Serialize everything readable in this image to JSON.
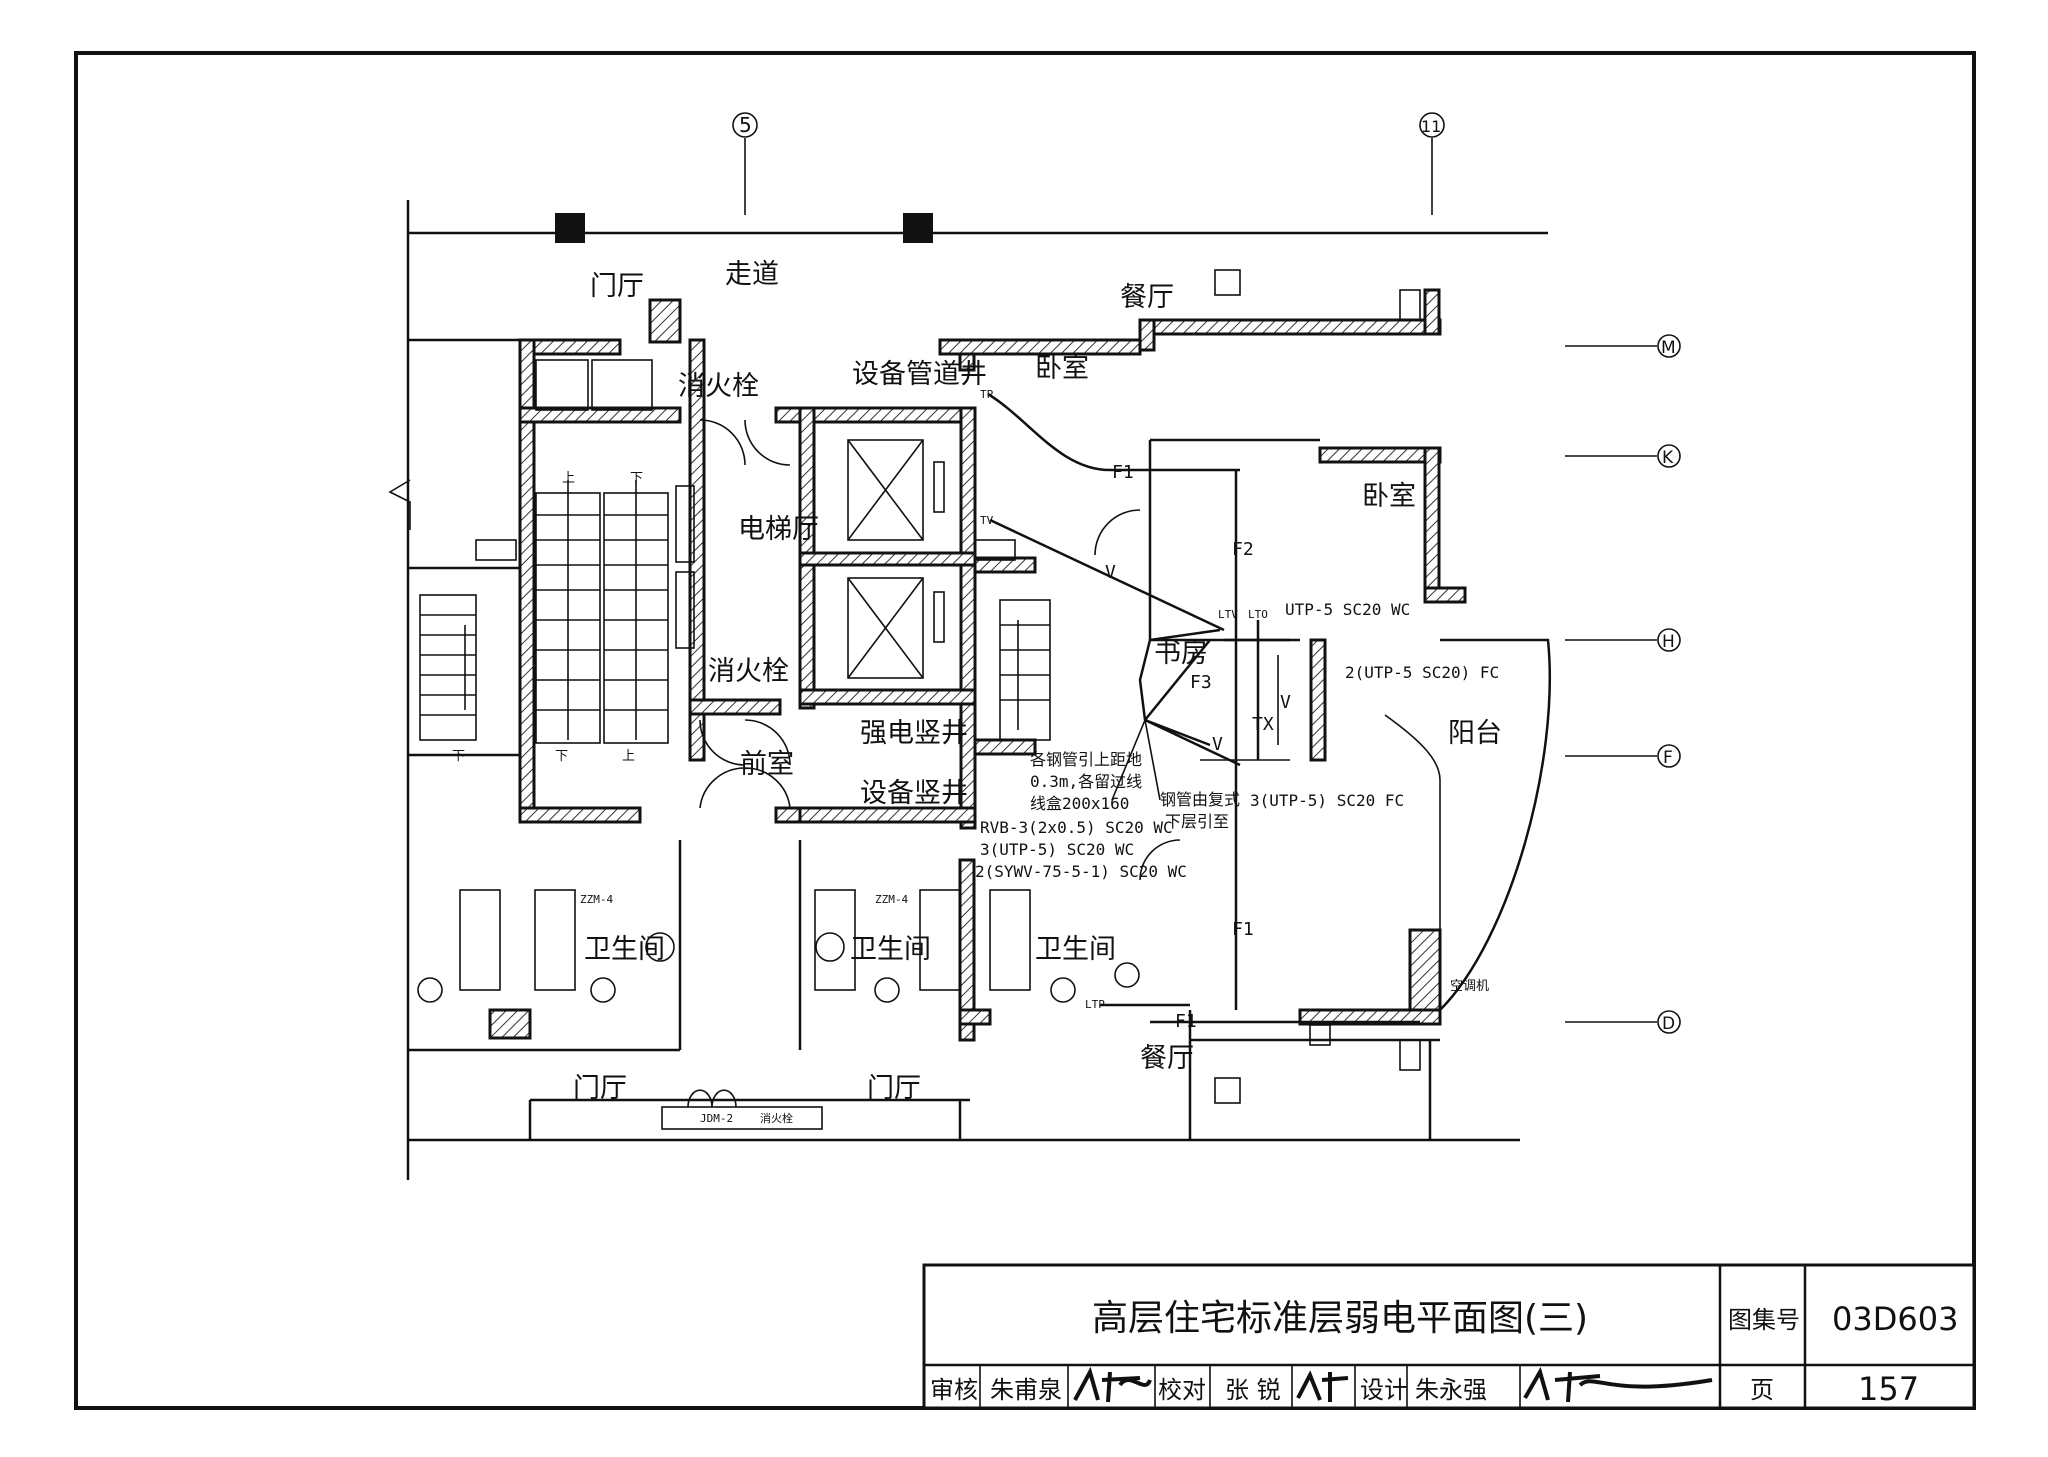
{
  "title_block": {
    "drawing_title": "高层住宅标准层弱电平面图(三)",
    "atlas_label": "图集号",
    "atlas_no": "03D603",
    "page_label": "页",
    "page_no": "157",
    "review_label": "审核",
    "reviewer": "朱甫泉",
    "check_label": "校对",
    "checker": "张 锐",
    "design_label": "设计",
    "designer": "朱永强"
  },
  "axes": {
    "col_5": "5",
    "col_11": "11",
    "row_M": "M",
    "row_K": "K",
    "row_H": "H",
    "row_F": "F",
    "row_D": "D"
  },
  "rooms": {
    "hall_top": "门厅",
    "corridor": "走道",
    "dining_top": "餐厅",
    "hydrant_top": "消火栓",
    "pipe_shaft": "设备管道井",
    "bedroom_top": "卧室",
    "bedroom_right": "卧室",
    "elevator_hall": "电梯厅",
    "hydrant_mid": "消火栓",
    "study": "书房",
    "balcony": "阳台",
    "power_shaft": "强电竖井",
    "anteroom": "前室",
    "equip_shaft": "设备竖井",
    "bath_left": "卫生间",
    "bath_mid": "卫生间",
    "bath_right": "卫生间",
    "dining_bottom": "餐厅",
    "hall_bottom_left": "门厅",
    "hall_bottom_right": "门厅"
  },
  "annotations": {
    "f1_top": "F1",
    "f2": "F2",
    "f3": "F3",
    "f1_vertical": "F1",
    "f1_bottom": "F1",
    "v_a": "V",
    "v_b": "V",
    "v_c": "V",
    "tx": "TX",
    "utp_top": "UTP-5 SC20 WC",
    "utp_right": "2(UTP-5 SC20) FC",
    "utp_fc": "3(UTP-5) SC20 FC",
    "note_1": "各钢管引上距地",
    "note_2": "0.3m,各留过线",
    "note_3": "线盒200x160",
    "down_1": "钢管由复式",
    "down_2": "下层引至",
    "cable_rvb": "RVB-3(2x0.5) SC20 WC",
    "cable_utp": "3(UTP-5) SC20 WC",
    "cable_sywv": "2(SYWV-75-5-1) SC20 WC",
    "ac_unit": "空调机",
    "zzm_left": "ZZM-4",
    "zzm_mid": "ZZM-4",
    "jdm": "JDM-2",
    "hydrant_box": "消火栓",
    "stair_up_1": "上",
    "stair_down_1": "下",
    "stair_down_2": "下",
    "stair_up_2": "上",
    "stair_down_3": "下",
    "outlet_ltp": "LTP",
    "outlet_ltv": "LTV",
    "outlet_lto": "LTO",
    "outlet_tp": "TP",
    "outlet_tv": "TV"
  }
}
